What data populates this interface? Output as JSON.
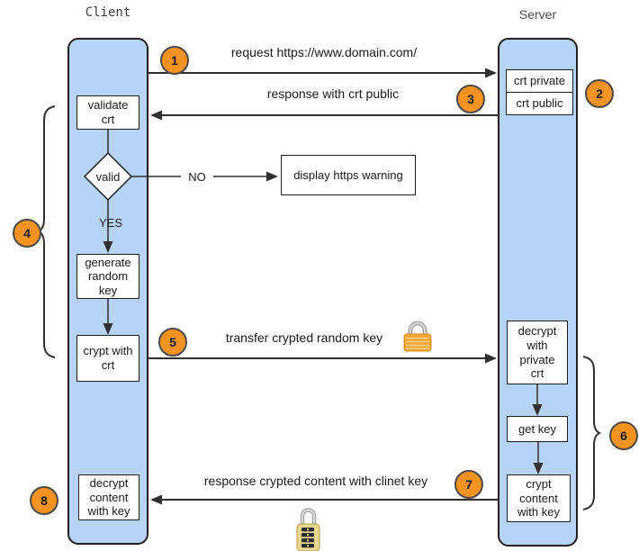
{
  "titles": {
    "client": "Client",
    "server": "Server"
  },
  "colors": {
    "lane_fill": "#b8d3f8",
    "badge_orange": "#f6921e",
    "line": "#2f2f2f"
  },
  "icons": {
    "transfer_lock": "closed-padlock",
    "content_lock": "combination-padlock"
  },
  "arrows": {
    "request": {
      "badge": "1",
      "label": "request https://www.domain.com/"
    },
    "response_crt": {
      "badge": "3",
      "label": "response with crt public"
    },
    "transfer_key": {
      "badge": "5",
      "label": "transfer crypted random key"
    },
    "response_content": {
      "badge": "7",
      "label": "response crypted content with clinet key"
    }
  },
  "badges": {
    "server_crt": "2",
    "client_validate_group": "4",
    "server_decrypt_group": "6",
    "client_decrypt": "8"
  },
  "client_nodes": {
    "validate_crt": "validate\ncrt",
    "valid_decision": "valid",
    "no_label": "NO",
    "yes_label": "YES",
    "generate_key": "generate\nrandom\nkey",
    "crypt_with_crt": "crypt with\ncrt",
    "decrypt_content": "decrypt\ncontent\nwith key",
    "display_warning": "display https warning"
  },
  "server_nodes": {
    "crt_private": "crt private",
    "crt_public": "crt public",
    "decrypt_private": "decrypt\nwith\nprivate\ncrt",
    "get_key": "get key",
    "crypt_content": "crypt\ncontent\nwith key"
  }
}
